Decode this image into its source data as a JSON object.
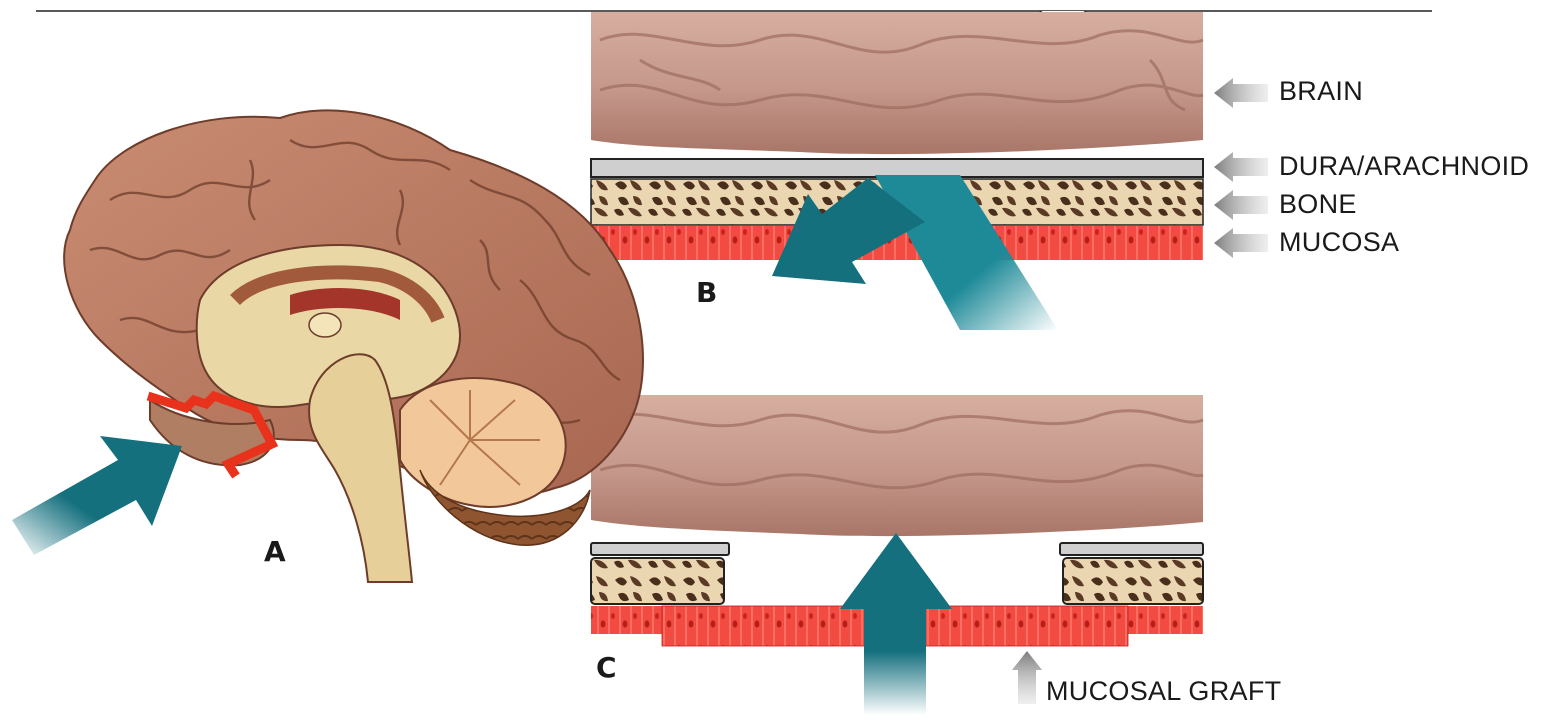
{
  "panels": {
    "a": "A",
    "b": "B",
    "c": "C"
  },
  "layers": {
    "brain": "BRAIN",
    "dura": "DURA/ARACHNOID",
    "bone": "BONE",
    "mucosa": "MUCOSA"
  },
  "graft": "MUCOSAL GRAFT",
  "colors": {
    "brain_tissue": "#c99a8b",
    "dura": "#c9c9c9",
    "bone": "#e6cfa8",
    "mucosa": "#f0463e",
    "arrow": "#15707e",
    "defect_outline": "#e8321c",
    "pointer": "#8a8a8a"
  },
  "icons": {
    "pointer": "arrow-left-icon",
    "graft_pointer": "arrow-up-icon"
  }
}
